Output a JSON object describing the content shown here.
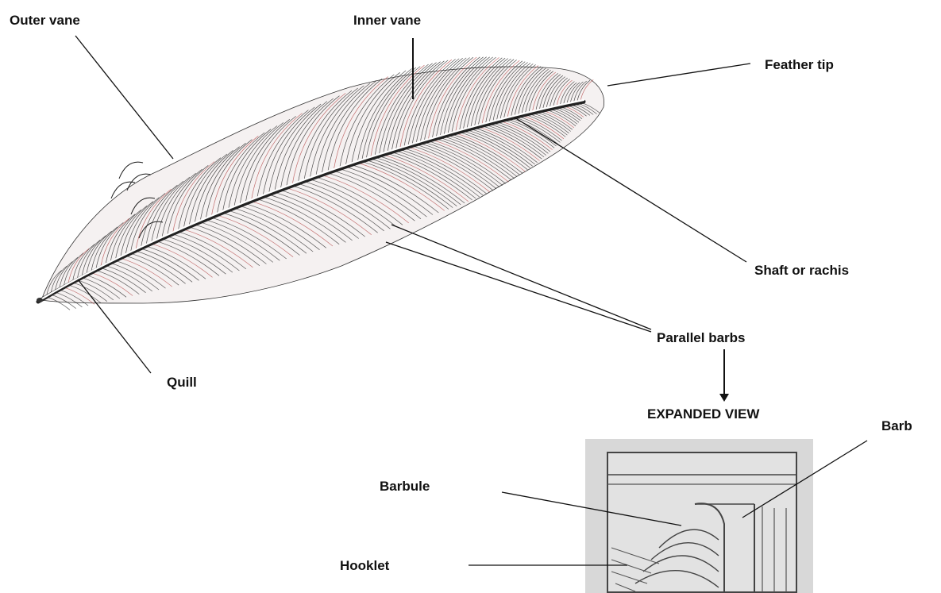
{
  "labels": {
    "outer_vane": "Outer vane",
    "inner_vane": "Inner vane",
    "feather_tip": "Feather tip",
    "shaft": "Shaft or rachis",
    "parallel_barbs": "Parallel barbs",
    "quill": "Quill",
    "expanded_view": "EXPANDED VIEW",
    "barb": "Barb",
    "barbule": "Barbule",
    "hooklet": "Hooklet"
  },
  "colors": {
    "ink": "#1a1a1a",
    "barb_red": "#b04040",
    "expanded_bg": "#d9d9d9"
  }
}
